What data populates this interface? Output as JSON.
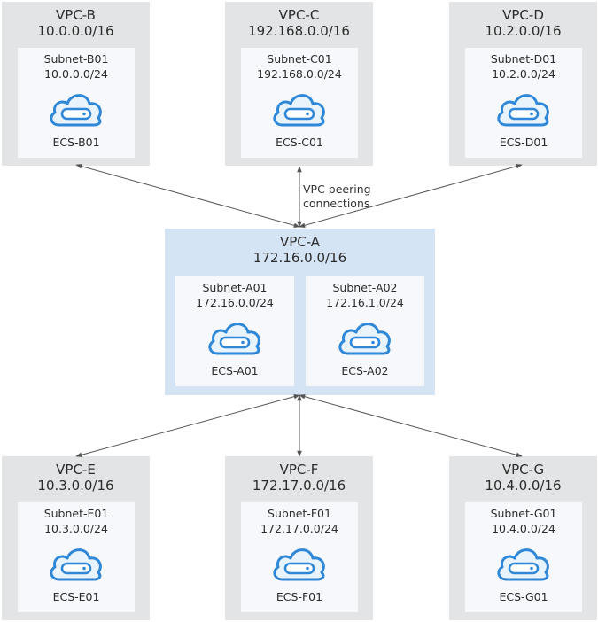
{
  "peering_label": [
    "VPC peering",
    "connections"
  ],
  "colors": {
    "vpc_fill": "#e3e4e5",
    "center_vpc_fill": "#d4e4f5",
    "subnet_fill": "#f6f8fc",
    "icon_stroke": "#2f87d8",
    "icon_fill": "#e9f3fc",
    "arrow": "#555555"
  },
  "vpcs": [
    {
      "key": "b",
      "name": "VPC-B",
      "cidr": "10.0.0.0/16",
      "subnets": [
        {
          "name": "Subnet-B01",
          "cidr": "10.0.0.0/24",
          "ecs": "ECS-B01",
          "icon": "cloud-server-icon"
        }
      ]
    },
    {
      "key": "c",
      "name": "VPC-C",
      "cidr": "192.168.0.0/16",
      "subnets": [
        {
          "name": "Subnet-C01",
          "cidr": "192.168.0.0/24",
          "ecs": "ECS-C01",
          "icon": "cloud-server-icon"
        }
      ]
    },
    {
      "key": "d",
      "name": "VPC-D",
      "cidr": "10.2.0.0/16",
      "subnets": [
        {
          "name": "Subnet-D01",
          "cidr": "10.2.0.0/24",
          "ecs": "ECS-D01",
          "icon": "cloud-server-icon"
        }
      ]
    },
    {
      "key": "a",
      "name": "VPC-A",
      "cidr": "172.16.0.0/16",
      "subnets": [
        {
          "name": "Subnet-A01",
          "cidr": "172.16.0.0/24",
          "ecs": "ECS-A01",
          "icon": "cloud-server-icon"
        },
        {
          "name": "Subnet-A02",
          "cidr": "172.16.1.0/24",
          "ecs": "ECS-A02",
          "icon": "cloud-server-icon"
        }
      ]
    },
    {
      "key": "e",
      "name": "VPC-E",
      "cidr": "10.3.0.0/16",
      "subnets": [
        {
          "name": "Subnet-E01",
          "cidr": "10.3.0.0/24",
          "ecs": "ECS-E01",
          "icon": "cloud-server-icon"
        }
      ]
    },
    {
      "key": "f",
      "name": "VPC-F",
      "cidr": "172.17.0.0/16",
      "subnets": [
        {
          "name": "Subnet-F01",
          "cidr": "172.17.0.0/24",
          "ecs": "ECS-F01",
          "icon": "cloud-server-icon"
        }
      ]
    },
    {
      "key": "g",
      "name": "VPC-G",
      "cidr": "10.4.0.0/16",
      "subnets": [
        {
          "name": "Subnet-G01",
          "cidr": "10.4.0.0/24",
          "ecs": "ECS-G01",
          "icon": "cloud-server-icon"
        }
      ]
    }
  ],
  "peerings": [
    {
      "from": "VPC-A",
      "to": "VPC-B"
    },
    {
      "from": "VPC-A",
      "to": "VPC-C"
    },
    {
      "from": "VPC-A",
      "to": "VPC-D"
    },
    {
      "from": "VPC-A",
      "to": "VPC-E"
    },
    {
      "from": "VPC-A",
      "to": "VPC-F"
    },
    {
      "from": "VPC-A",
      "to": "VPC-G"
    }
  ]
}
